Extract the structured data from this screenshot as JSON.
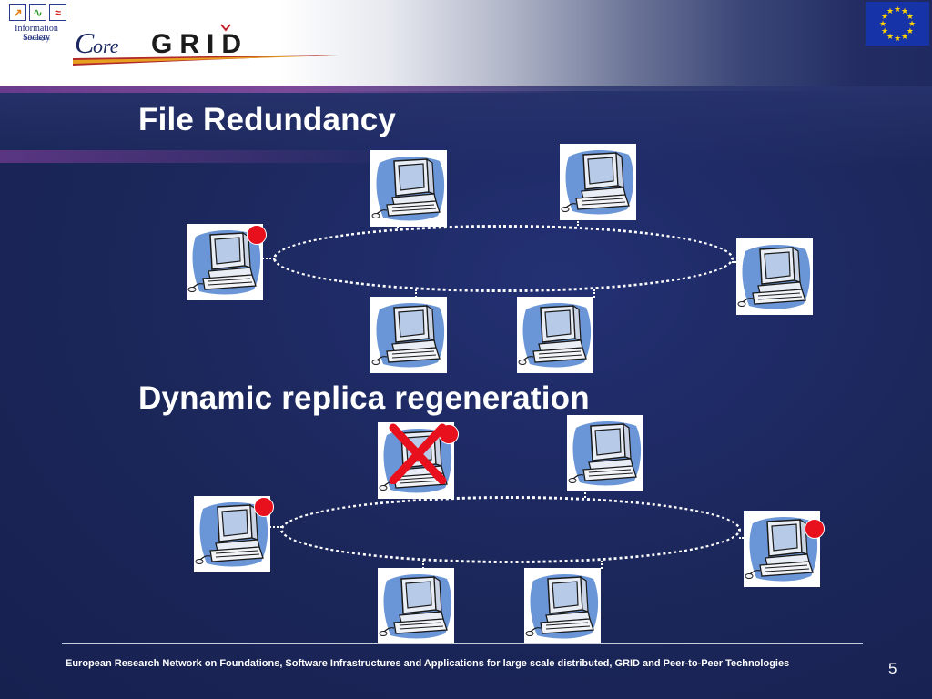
{
  "header": {
    "ist_logo_text": "Information Society",
    "ist_logo_subtext": "Technologies",
    "brand_text": "CoreGRID",
    "flag_name": "eu-flag"
  },
  "sections": {
    "file_redundancy_title": "File Redundancy",
    "replica_title": "Dynamic replica regeneration"
  },
  "colors": {
    "background": "#1b2659",
    "computer_screen": "#6a95d6",
    "replica_dot": "#e8101c",
    "failure_cross": "#e8101c"
  },
  "footer": {
    "text": "European Research Network on Foundations, Software Infrastructures and Applications for large scale distributed, GRID and Peer-to-Peer Technologies",
    "page_number": "5"
  }
}
